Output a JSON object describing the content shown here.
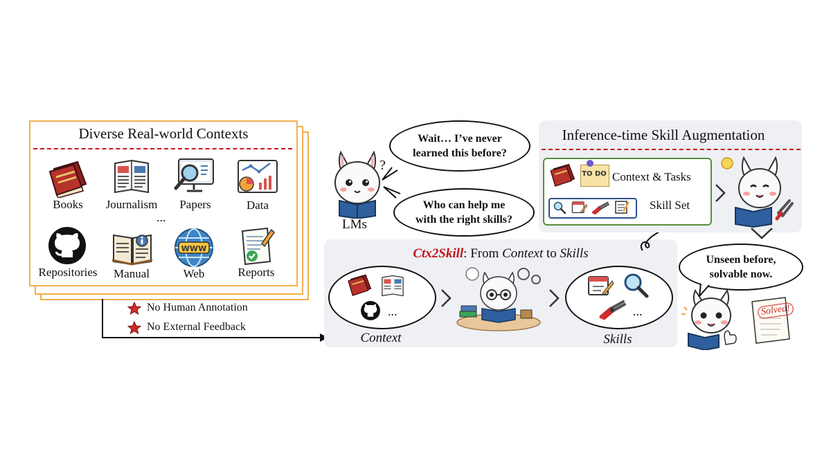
{
  "contexts_panel": {
    "title": "Diverse Real-world Contexts",
    "items": [
      {
        "label": "Books",
        "icon": "book-icon"
      },
      {
        "label": "Journalism",
        "icon": "newspaper-icon"
      },
      {
        "label": "Papers",
        "icon": "magnifier-monitor-icon"
      },
      {
        "label": "Data",
        "icon": "chart-icon"
      },
      {
        "label": "Repositories",
        "icon": "github-icon"
      },
      {
        "label": "Manual",
        "icon": "manual-icon"
      },
      {
        "label": "Web",
        "icon": "globe-www-icon"
      },
      {
        "label": "Reports",
        "icon": "report-icon"
      }
    ],
    "ellipsis": "..."
  },
  "annotations": {
    "no_human": "No Human Annotation",
    "no_feedback": "No External Feedback"
  },
  "lm": {
    "label": "LMs",
    "question_mark": "?",
    "bubble1": [
      "Wait… I’ve never",
      "learned this before?"
    ],
    "bubble2": [
      "Who can help me",
      "with the right skills?"
    ]
  },
  "ctx2skill": {
    "name": "Ctx2Skill",
    "title_rest_1": ": From ",
    "title_context": "Context",
    "title_rest_2": " to ",
    "title_skills": "Skills",
    "context_label": "Context",
    "skills_label": "Skills",
    "ellipsis": "..."
  },
  "inference": {
    "title": "Inference-time Skill Augmentation",
    "todo": "TO DO",
    "context_tasks": "Context & Tasks",
    "skill_set": "Skill Set"
  },
  "result": {
    "bubble": [
      "Unseen before,",
      "solvable now."
    ],
    "solved": "Solved!"
  },
  "colors": {
    "accent_red": "#c4161c",
    "panel_orange": "#f2b04c",
    "panel_green": "#5a8f3c",
    "panel_gray": "#eef0f4"
  }
}
